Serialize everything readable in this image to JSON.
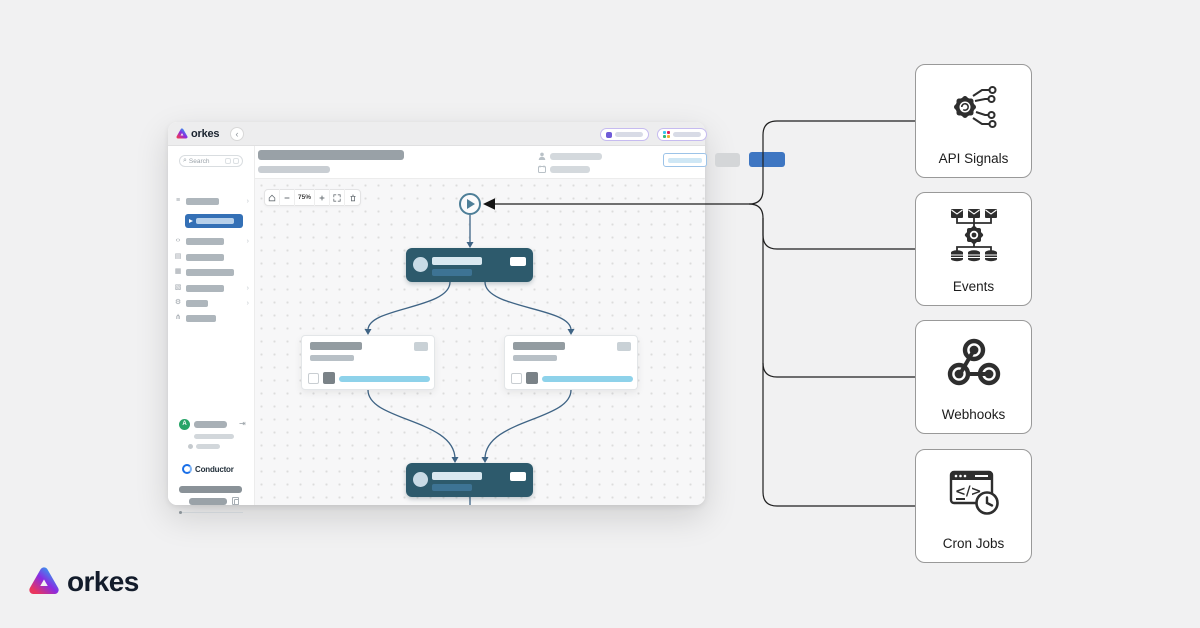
{
  "window": {
    "brand": "orkes",
    "collapse_glyph": "‹",
    "topbar_pills": [
      {
        "icon": "discord-icon"
      },
      {
        "icon": "slack-icon"
      }
    ],
    "sidebar": {
      "search_label": "Search",
      "avatar_letter": "A",
      "conductor_wordmark": "Conductor",
      "item_icons": [
        "list-icon",
        "play-icon",
        "code-icon",
        "switch-icon",
        "grid-icon",
        "layers-icon",
        "gear-icon",
        "tree-icon"
      ]
    },
    "canvas": {
      "zoom_level": "75%",
      "toolbar_icons": [
        "home-icon",
        "zoom-out-icon",
        "zoom-in-icon",
        "fit-view-icon",
        "delete-icon"
      ]
    }
  },
  "triggers": [
    {
      "label": "API Signals",
      "icon": "api-signals-icon"
    },
    {
      "label": "Events",
      "icon": "events-icon"
    },
    {
      "label": "Webhooks",
      "icon": "webhooks-icon"
    },
    {
      "label": "Cron Jobs",
      "icon": "cron-jobs-icon",
      "code_glyph": "</>"
    }
  ],
  "footer": {
    "brand": "orkes"
  },
  "colors": {
    "accent_blue": "#3e76c2",
    "selected_nav_blue": "#3470b6",
    "node_dark_teal": "#2d5a6c",
    "progress_blue": "#8ed2ea",
    "workflow_edge": "#3f6485",
    "connector_black": "#1f1f1f",
    "avatar_green": "#27a467"
  }
}
